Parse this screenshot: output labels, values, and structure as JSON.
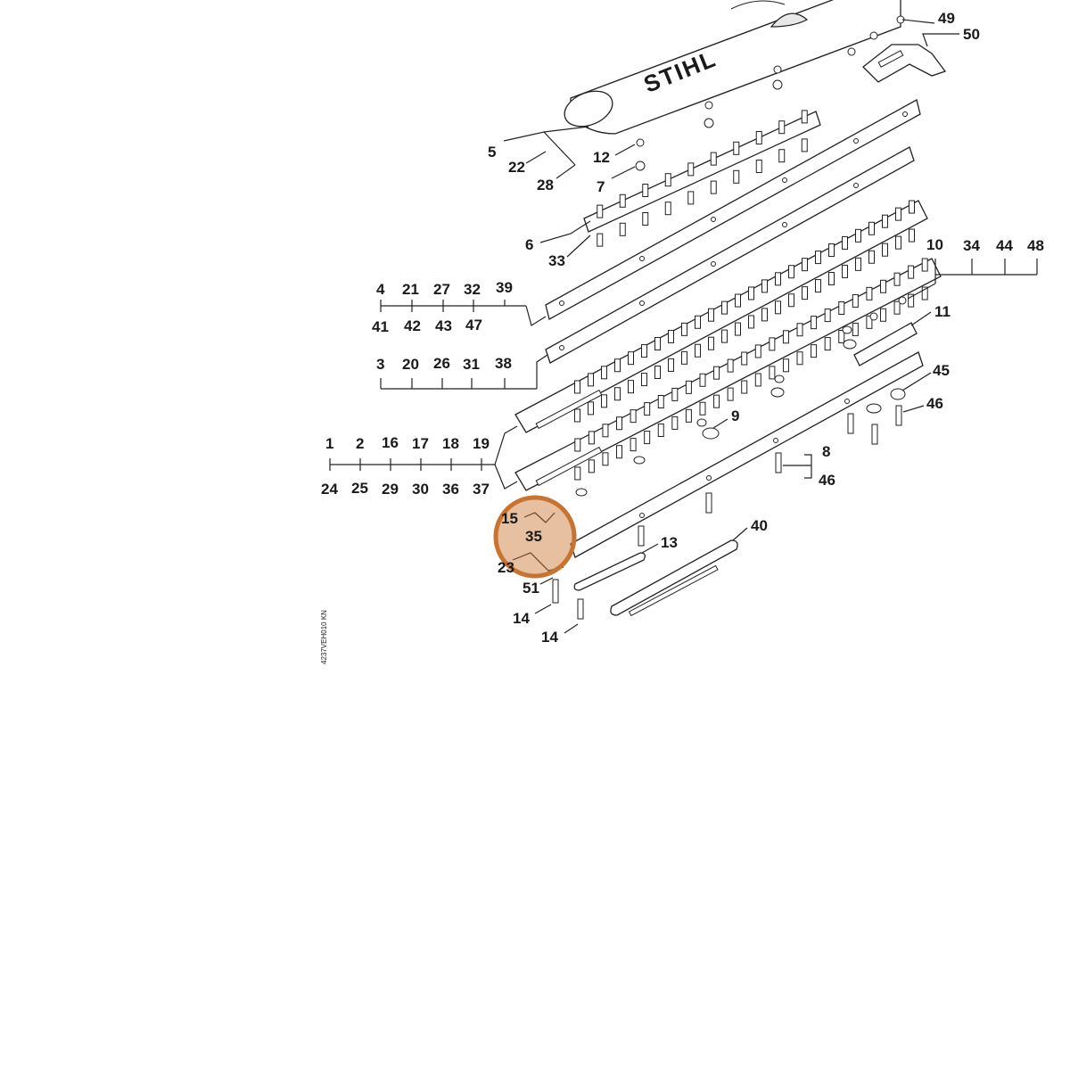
{
  "brand": "STIHL",
  "highlight_color": "#c8732f",
  "doc_code": "4237VEH010 KN",
  "callouts": {
    "c5": "5",
    "c22": "22",
    "c28": "28",
    "c12": "12",
    "c7": "7",
    "c6": "6",
    "c33": "33",
    "c49": "49",
    "c50": "50",
    "c4": "4",
    "c21": "21",
    "c27": "27",
    "c32": "32",
    "c39": "39",
    "c41": "41",
    "c42": "42",
    "c43": "43",
    "c47": "47",
    "c3": "3",
    "c20": "20",
    "c26": "26",
    "c31": "31",
    "c38": "38",
    "c1": "1",
    "c2": "2",
    "c16": "16",
    "c17": "17",
    "c18": "18",
    "c19": "19",
    "c24": "24",
    "c25": "25",
    "c29": "29",
    "c30": "30",
    "c36": "36",
    "c37": "37",
    "c10": "10",
    "c34": "34",
    "c44": "44",
    "c48": "48",
    "c11": "11",
    "c45": "45",
    "c46a": "46",
    "c9": "9",
    "c8": "8",
    "c46b": "46",
    "c15": "15",
    "c35": "35",
    "c23": "23",
    "c51": "51",
    "c13": "13",
    "c40": "40",
    "c14a": "14",
    "c14b": "14"
  }
}
